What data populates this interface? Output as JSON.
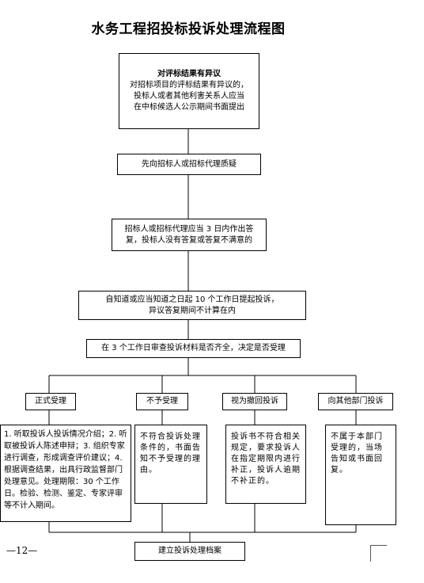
{
  "title": "水务工程招投标投诉处理流程图",
  "nodes": {
    "objection_title": "对评标结果有异议",
    "objection_body": "对招标项目的评标结果有异议的，\n投标人或者其他利害关系人应当\n在中标候选人公示期间书面提出",
    "ask_agent": "先向招标人或招标代理质疑",
    "reply": "招标人或招标代理应当 3 日内作出答\n复，投标人没有答复或答复不满意的",
    "complaint": "自知道或应当知道之日起 10 个工作日提起投诉，\n异议答复期间不计算在内",
    "review": "在 3 个工作日审查投诉材料是否齐全，决定是否受理",
    "formal": "正式受理",
    "formal_detail": "1. 听取投诉人投诉情况介绍；2. 听取被投诉人陈述申辩；3. 组织专家进行调查，形成调查评价建议；4. 根据调查结果，出具行政监督部门处理意见。处理期限：30 个工作日。检验、检测、鉴定、专家评审等不计入期间。",
    "reject": "不予受理",
    "reject_detail": "不符合投诉处理条件的，书面告知不予受理的理由。",
    "withdraw": "视为撤回投诉",
    "withdraw_detail": "投诉书不符合相关规定，要求投诉人在指定期限内进行补正，投诉人逾期不补正的。",
    "other": "向其他部门投诉",
    "other_detail": "不属于本部门受理的，当场告知或书面回复。",
    "archive": "建立投诉处理档案"
  },
  "page_number": "—12—"
}
